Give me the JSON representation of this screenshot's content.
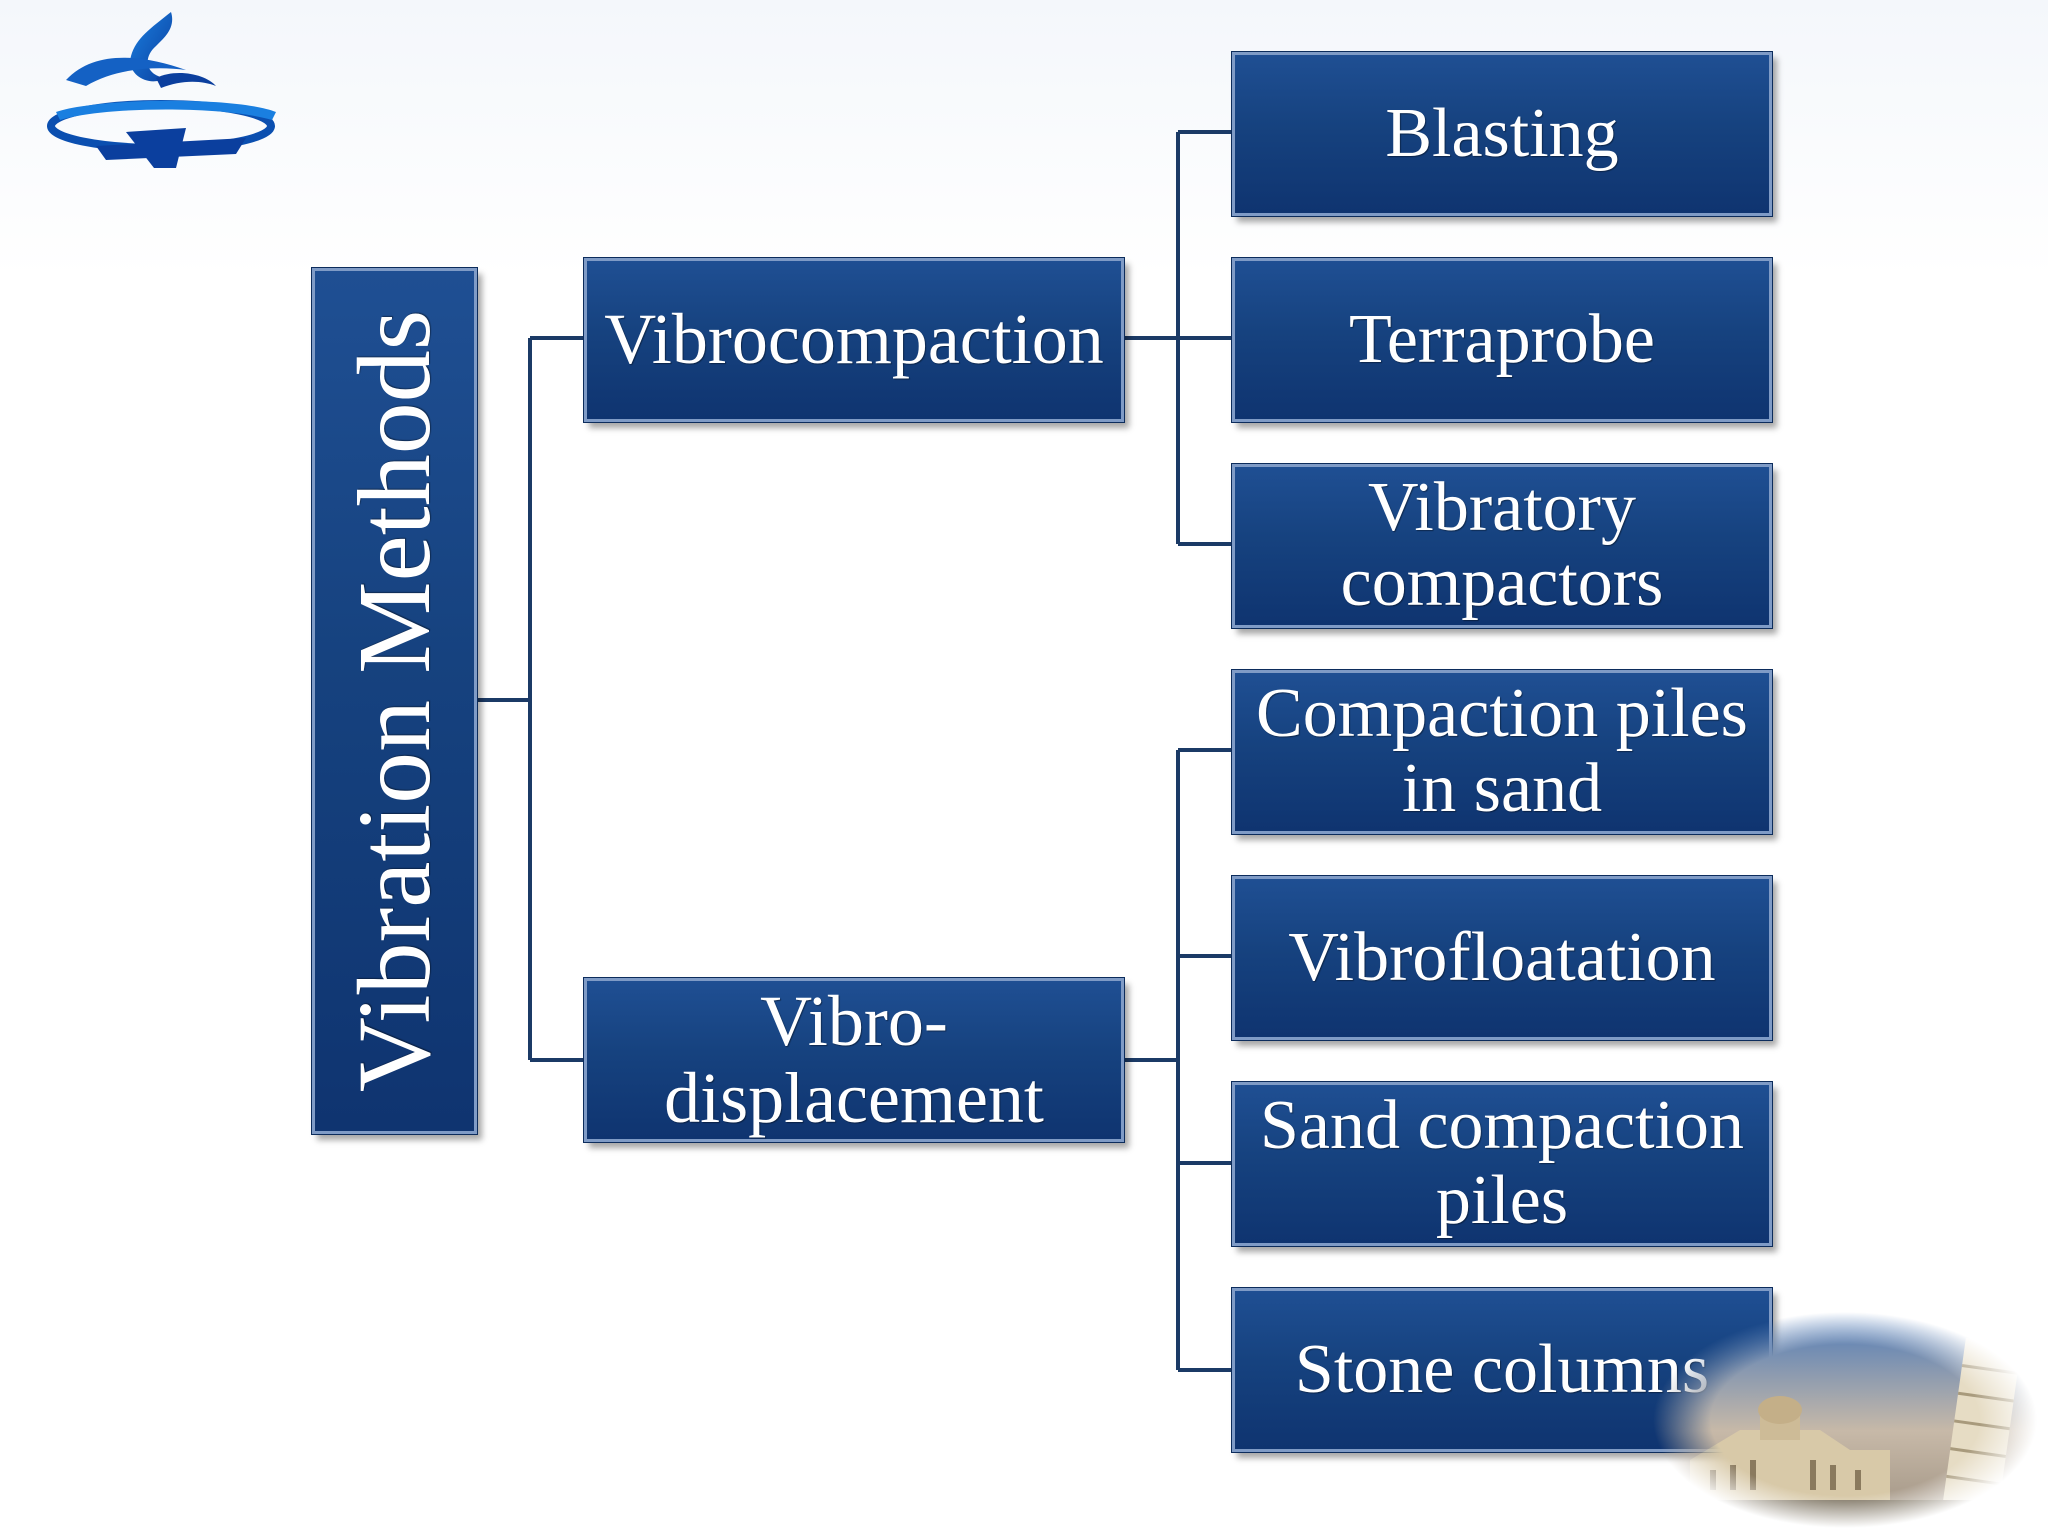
{
  "colors": {
    "box_fill": "#16427f",
    "box_border": "#7f9bc6",
    "connector": "#1b3a66",
    "text": "#ffffff"
  },
  "root": {
    "label": "Vibration Methods"
  },
  "branches": [
    {
      "label": "Vibrocompaction",
      "children": [
        "Blasting",
        "Terraprobe",
        "Vibratory compactors"
      ]
    },
    {
      "label": "Vibro-displacement",
      "children": [
        "Compaction piles in sand",
        "Vibrofloatation",
        "Sand compaction piles",
        "Stone columns"
      ]
    }
  ],
  "display": {
    "vibrocompaction": [
      "Vibrocompaction"
    ],
    "vibro_displacement": [
      "Vibro-",
      "displacement"
    ],
    "blasting": [
      "Blasting"
    ],
    "terraprobe": [
      "Terraprobe"
    ],
    "vibratory_compactors": [
      "Vibratory",
      "compactors"
    ],
    "compaction_piles": [
      "Compaction piles",
      "in sand"
    ],
    "vibrofloatation": [
      "Vibrofloatation"
    ],
    "sand_compaction_piles": [
      "Sand compaction",
      "piles"
    ],
    "stone_columns": [
      "Stone columns"
    ]
  },
  "decor": {
    "logo_icon": "university-logo-icon",
    "photo_icon": "leaning-tower-of-pisa-photo"
  }
}
